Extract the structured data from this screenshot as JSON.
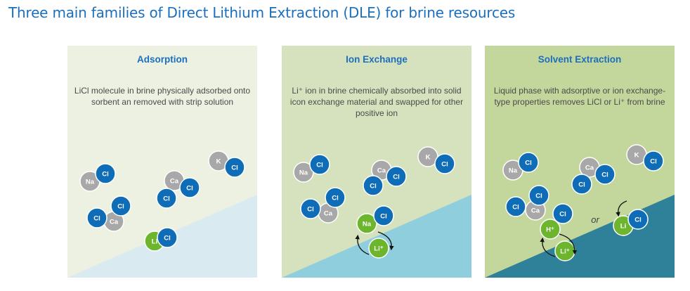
{
  "title": "Three main families of Direct Lithium Extraction (DLE) for brine resources",
  "colors": {
    "title": "#1b6fbd",
    "cl": "#0f6db8",
    "gray": "#a8a8a8",
    "green": "#6cb52d"
  },
  "panels": [
    {
      "title": "Adsorption",
      "description": "LiCl molecule in brine physically adsorbed onto sorbent an removed with strip solution",
      "bg": "#edf1e2",
      "lower": "#d9ebf1",
      "atoms": [
        "Na",
        "Cl",
        "Ca",
        "Cl",
        "Cl",
        "K",
        "Cl",
        "Ca",
        "Cl",
        "Cl",
        "Li",
        "Cl"
      ]
    },
    {
      "title": "Ion Exchange",
      "description": "Li⁺ ion in brine chemically absorbed into solid icon exchange material and swapped for other positive ion",
      "bg": "#d6e2bd",
      "lower": "#8fcedc",
      "atoms": [
        "Na",
        "Cl",
        "Ca",
        "Cl",
        "Cl",
        "K",
        "Cl",
        "Ca",
        "Cl",
        "Cl",
        "Na",
        "Cl",
        "Li⁺"
      ]
    },
    {
      "title": "Solvent Extraction",
      "description": "Liquid phase with adsorptive or ion exchange-type properties removes LiCl or Li⁺ from brine",
      "bg": "#c3d69c",
      "lower": "#2e8198",
      "atoms": [
        "Na",
        "Cl",
        "Ca",
        "Cl",
        "Cl",
        "K",
        "Cl",
        "Ca",
        "Cl",
        "Cl",
        "Cl",
        "H⁺",
        "Li⁺",
        "Li",
        "Cl"
      ],
      "or_label": "or"
    }
  ]
}
